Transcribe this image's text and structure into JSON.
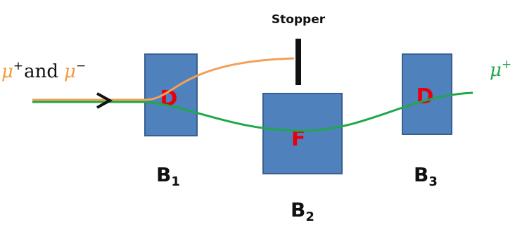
{
  "stopper_label": "Stopper",
  "incoming_label": {
    "mu": "μ",
    "plus": "+",
    "and": "and",
    "minus": "−"
  },
  "outgoing_label": {
    "mu": "μ",
    "plus": "+"
  },
  "magnets": [
    {
      "id": "b1",
      "type_letter": "D",
      "name": "B",
      "subscript": "1"
    },
    {
      "id": "b2",
      "type_letter": "F",
      "name": "B",
      "subscript": "2"
    },
    {
      "id": "b3",
      "type_letter": "D",
      "name": "B",
      "subscript": "3"
    }
  ],
  "colors": {
    "magnet_fill": "#4f81bd",
    "magnet_stroke": "#3a5f8f",
    "magnet_letter": "#e8000c",
    "mu_plus_beam": "#1fa84a",
    "mu_minus_beam": "#f2a05a",
    "incoming_label": "#f59a3d",
    "outgoing_label": "#1fa84a",
    "stopper": "#111111",
    "text": "#111111"
  }
}
